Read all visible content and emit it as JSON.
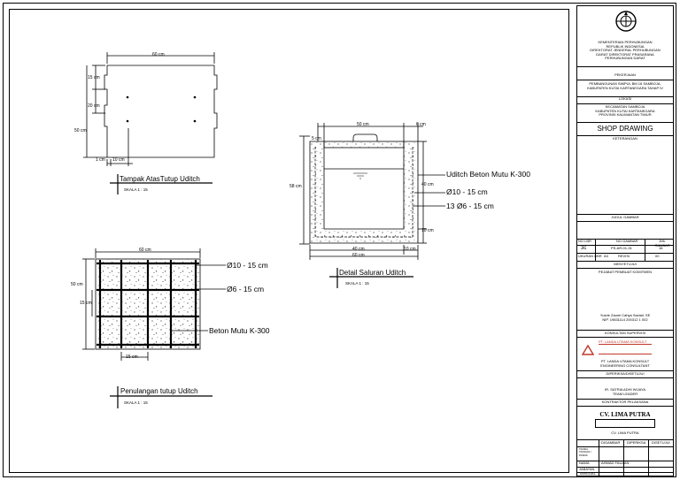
{
  "views": {
    "top_view": {
      "title": "Tampak AtasTutup Uditch",
      "scale": "SKALA 1 : 15",
      "dims": {
        "width": "60 cm",
        "h1": "15 cm",
        "h2": "20 cm",
        "total_h": "50 cm",
        "b1": "1 cm",
        "b2": "10 cm"
      }
    },
    "section": {
      "title": "Detail Saluran Uditch",
      "scale": "SKALA 1 : 15",
      "dims": {
        "top": "50 cm",
        "lip_l": "5 cm",
        "lip_r": "6 cm",
        "height": "58 cm",
        "wall": "40 cm",
        "base": "10 cm",
        "bot_in": "40 cm",
        "bot_r": "10 cm",
        "bot_total": "60 cm"
      },
      "labels": {
        "concrete": "Uditch Beton Mutu K-300",
        "bar1": "Ø10 - 15 cm",
        "bar2": "13 Ø6 - 15 cm"
      }
    },
    "rebar": {
      "title": "Penulangan tutup Uditch",
      "scale": "SKALA 1 : 15",
      "dims": {
        "width": "60 cm",
        "height": "50 cm",
        "spacing_v": "15 cm",
        "spacing_h": "15 cm"
      },
      "labels": {
        "bar1": "Ø10 - 15 cm",
        "bar2": "Ø6 - 15 cm",
        "concrete": "Beton Mutu K-300"
      }
    }
  },
  "title_block": {
    "org": [
      "KEMENTERIAN PERHUBUNGAN",
      "REPUBLIK INDONESIA",
      "DIREKTORAT JENDERAL PERHUBUNGAN",
      "DARAT DIREKTORAT PRASARANA",
      "PERHUBUNGAN DARAT"
    ],
    "pekerjaan_h": "PEKERJAAN",
    "pekerjaan": [
      "PEMBANGUNAN SIMPUL BM 16 SAMBOJA,",
      "KABUPATEN KUTAI KARTANEGARA TAHAP IV"
    ],
    "lokasi_h": "LOKASI",
    "lokasi": [
      "KECAMATAN SAMBOJA",
      "KABUPATEN KUTAI KARTANEGARA",
      "PROVINSI KALIMANTAN TIMUR"
    ],
    "drawing_type": "SHOP DRAWING",
    "keterangan_h": "KETERANGAN",
    "judul_h": "JUDUL GAMBAR",
    "no_lbr_h": "NO LBR",
    "no_gbr_h": "NO GAMBAR",
    "jml_h": "JML GAMBAR",
    "no_lbr": "3c",
    "no_gbr": "PS-AR-01-31",
    "jml": "16",
    "ukuran_h": "UKURAN GBR",
    "ukuran": "A3",
    "revisi_h": "REVISI",
    "revisi": "00",
    "menyetujui_h": "MENYETUJUI",
    "ppk_h": "PEJABAT PEMBUAT KOMITMEN",
    "ppk_name": "Yusrie Zaumi Cahya Sazlali, SE",
    "ppk_nip": "NIP. 19831114 200312 1 002",
    "konsultan_h": "KONSULTAN SUPERVISI",
    "konsultan_logo": "PT. LANDA UTAMA KONSULT",
    "konsultan_name": [
      "PT. LANDA UTAMA KONSULT",
      "ENGINEERING CONSULTANT"
    ],
    "diperiksa_h": "DIPERIKSA/DISETUJUI",
    "diperiksa_name": "IR. SATRIA ADHI WIJAYA",
    "diperiksa_role": "TEAM LEADER",
    "kontraktor_h": "KONTRAKTOR PELAKSANA",
    "kontraktor_logo": "CV. LIMA PUTRA",
    "kontraktor_sign": "CV. LIMA PUTRA",
    "sig_cols": [
      "DIGAMBAR",
      "DIPERIKSA",
      "DISETUJUI"
    ],
    "sig_rows": [
      "TANDA TANGAN / PARAF",
      "NAMA",
      "JABATAN",
      "TANGGAL"
    ],
    "sig_name": "AHMAD FAUZAN"
  }
}
